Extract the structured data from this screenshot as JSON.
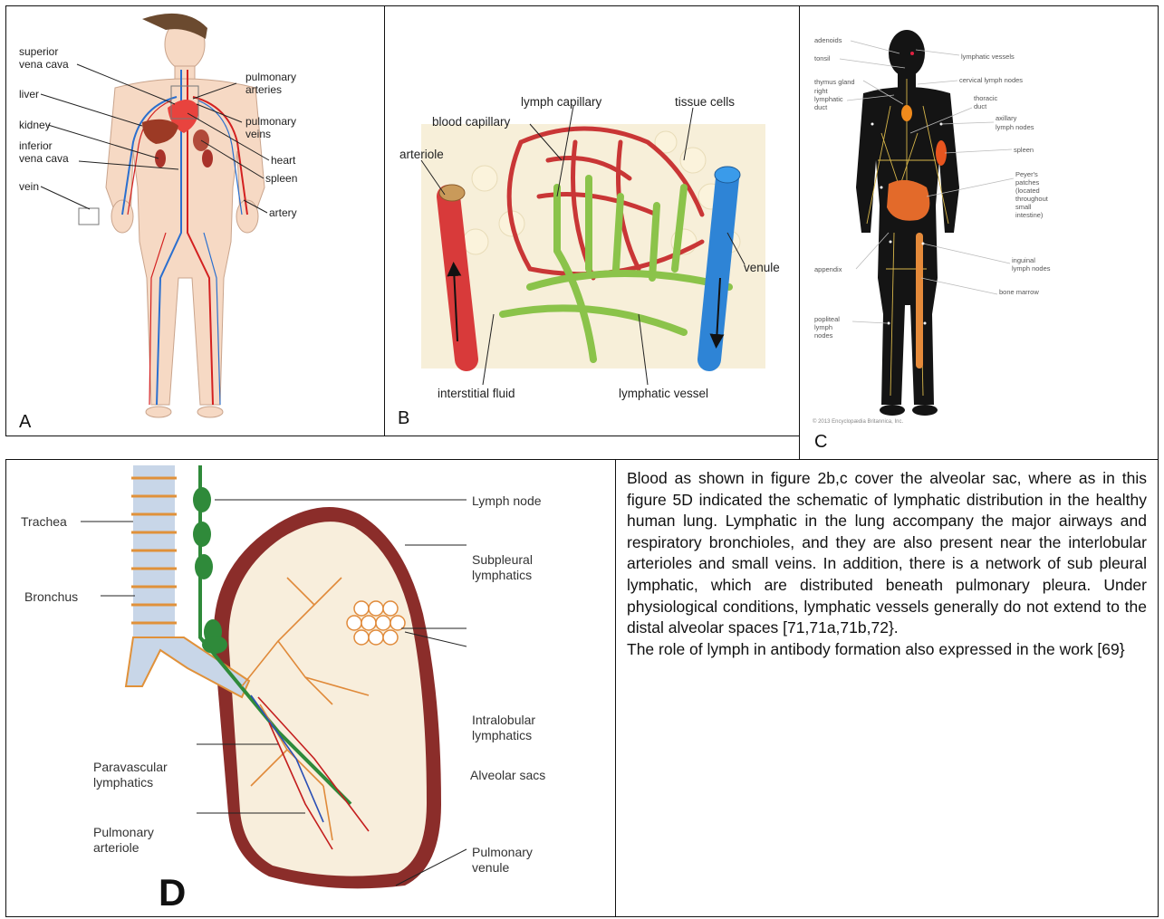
{
  "panel_a": {
    "letter": "A",
    "labels": {
      "superior_vena_cava_1": "superior",
      "superior_vena_cava_2": "vena cava",
      "liver": "liver",
      "kidney": "kidney",
      "inferior_vena_cava_1": "inferior",
      "inferior_vena_cava_2": "vena cava",
      "vein": "vein",
      "pulmonary_arteries_1": "pulmonary",
      "pulmonary_arteries_2": "arteries",
      "pulmonary_veins_1": "pulmonary",
      "pulmonary_veins_2": "veins",
      "heart": "heart",
      "spleen": "spleen",
      "artery": "artery"
    }
  },
  "panel_b": {
    "letter": "B",
    "labels": {
      "lymph_capillary": "lymph capillary",
      "tissue_cells": "tissue cells",
      "blood_capillary": "blood capillary",
      "arteriole": "arteriole",
      "venule": "venule",
      "interstitial_fluid": "interstitial fluid",
      "lymphatic_vessel": "lymphatic vessel"
    }
  },
  "panel_c": {
    "letter": "C",
    "labels": {
      "adenoids": "adenoids",
      "tonsil": "tonsil",
      "thymus_gland": "thymus gland",
      "right_lymphatic_duct_1": "right",
      "right_lymphatic_duct_2": "lymphatic",
      "right_lymphatic_duct_3": "duct",
      "lymphatic_vessels": "lymphatic vessels",
      "cervical_lymph_nodes": "cervical lymph nodes",
      "thoracic_duct_1": "thoracic",
      "thoracic_duct_2": "duct",
      "axillary_lymph_nodes_1": "axillary",
      "axillary_lymph_nodes_2": "lymph nodes",
      "spleen": "spleen",
      "peyers_1": "Peyer's",
      "peyers_2": "patches",
      "peyers_3": "(located",
      "peyers_4": "throughout",
      "peyers_5": "small",
      "peyers_6": "intestine)",
      "appendix": "appendix",
      "inguinal_1": "inguinal",
      "inguinal_2": "lymph nodes",
      "bone_marrow": "bone marrow",
      "popliteal_1": "popliteal",
      "popliteal_2": "lymph",
      "popliteal_3": "nodes",
      "copyright": "© 2013 Encyclopædia Britannica, Inc."
    }
  },
  "panel_d": {
    "letter": "D",
    "labels": {
      "trachea": "Trachea",
      "lymph_node": "Lymph node",
      "bronchus": "Bronchus",
      "subpleural_1": "Subpleural",
      "subpleural_2": "lymphatics",
      "intralobular_1": "Intralobular",
      "intralobular_2": "lymphatics",
      "paravascular_1": "Paravascular",
      "paravascular_2": "lymphatics",
      "alveolar_sacs": "Alveolar sacs",
      "pulmonary_arteriole_1": "Pulmonary",
      "pulmonary_arteriole_2": "arteriole",
      "pulmonary_venule_1": "Pulmonary",
      "pulmonary_venule_2": "venule"
    }
  },
  "text_panel": {
    "paragraph_1": "Blood as shown in figure 2b,c cover the alveolar sac, where as in this figure 5D indicated the schematic of lymphatic distribution in the healthy human lung. Lymphatic in the lung accompany the major airways and respiratory bronchioles, and they are also present near the interlobular arterioles and small veins. In addition, there is a network of sub pleural lymphatic, which are distributed beneath pulmonary pleura. Under physiological conditions, lymphatic vessels generally do not extend to the distal alveolar spaces [71,71a,71b,72}.",
    "paragraph_2": "The role of lymph in antibody formation also expressed in the work [69}"
  }
}
